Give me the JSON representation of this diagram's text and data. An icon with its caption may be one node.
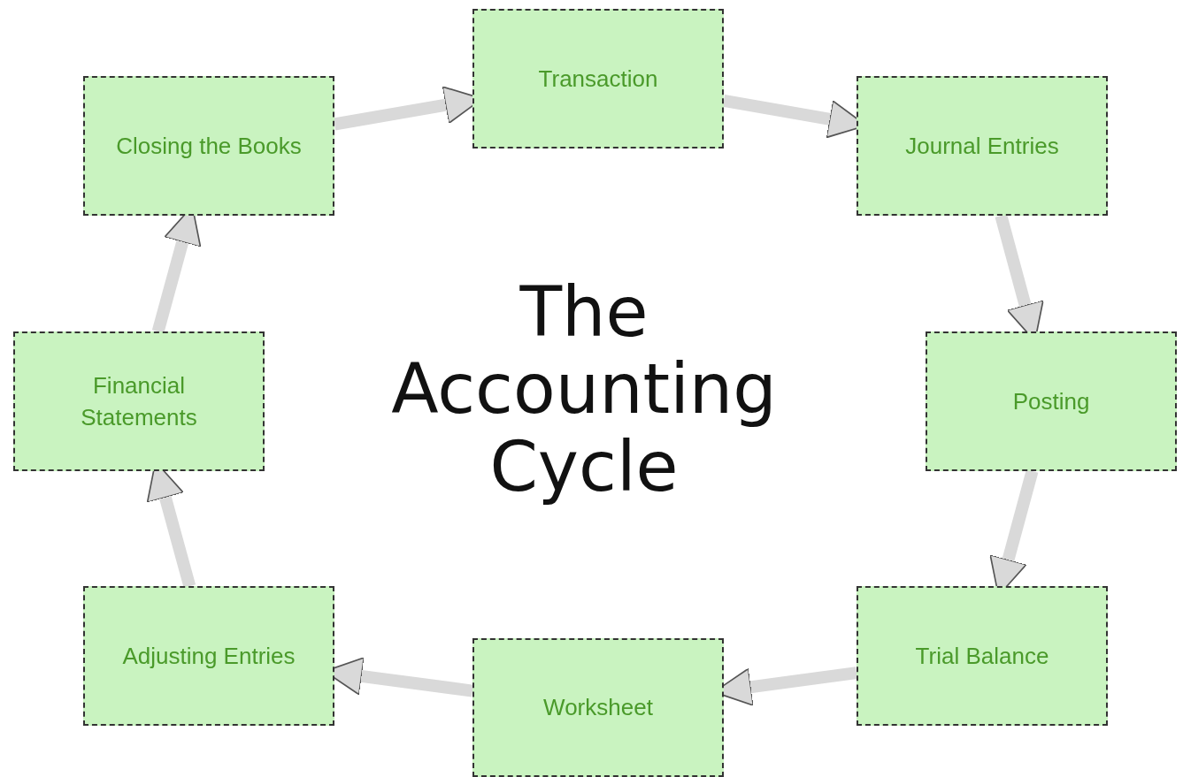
{
  "diagram": {
    "title": "The Accounting Cycle",
    "nodes": [
      {
        "text": [
          "Transaction"
        ]
      },
      {
        "text": [
          "Journal Entries"
        ]
      },
      {
        "text": [
          "Posting"
        ]
      },
      {
        "text": [
          "Trial Balance"
        ]
      },
      {
        "text": [
          "Worksheet"
        ]
      },
      {
        "text": [
          "Adjusting Entries"
        ]
      },
      {
        "text": [
          "Financial Statements"
        ]
      },
      {
        "text": [
          "Closing the Books"
        ]
      }
    ],
    "edges": [
      {
        "from": 0,
        "to": 1,
        "arrow": "to"
      },
      {
        "from": 1,
        "to": 2,
        "arrow": "to"
      },
      {
        "from": 2,
        "to": 3,
        "arrow": "to"
      },
      {
        "from": 3,
        "to": 4,
        "arrow": "to"
      },
      {
        "from": 4,
        "to": 5,
        "arrow": "to"
      },
      {
        "from": 5,
        "to": 6,
        "arrow": "to"
      },
      {
        "from": 6,
        "to": 7,
        "arrow": "to"
      },
      {
        "from": 7,
        "to": 0,
        "arrow": "to"
      }
    ]
  }
}
